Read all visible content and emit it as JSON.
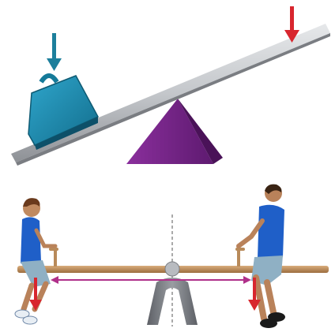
{
  "figure": {
    "lever": {
      "elements": [
        "plank",
        "fulcrum",
        "weight",
        "effort-arrow",
        "load-arrow"
      ]
    },
    "seesaw": {
      "elements": [
        "beam",
        "pivot-support",
        "left-child",
        "right-child",
        "distance-arrow",
        "force-arrow-left",
        "force-arrow-right",
        "center-line"
      ]
    },
    "colors": {
      "plank": "#c9ccd0",
      "fulcrum": "#7b2a8c",
      "weight": "#1e8fb0",
      "arrow_blue": "#1c7f9c",
      "arrow_red": "#d8262e",
      "beam": "#b88a5a",
      "distance_arrow": "#b0308a",
      "shirt": "#1f5fc8",
      "shorts": "#8fb0c4",
      "skin": "#b9825a"
    }
  }
}
